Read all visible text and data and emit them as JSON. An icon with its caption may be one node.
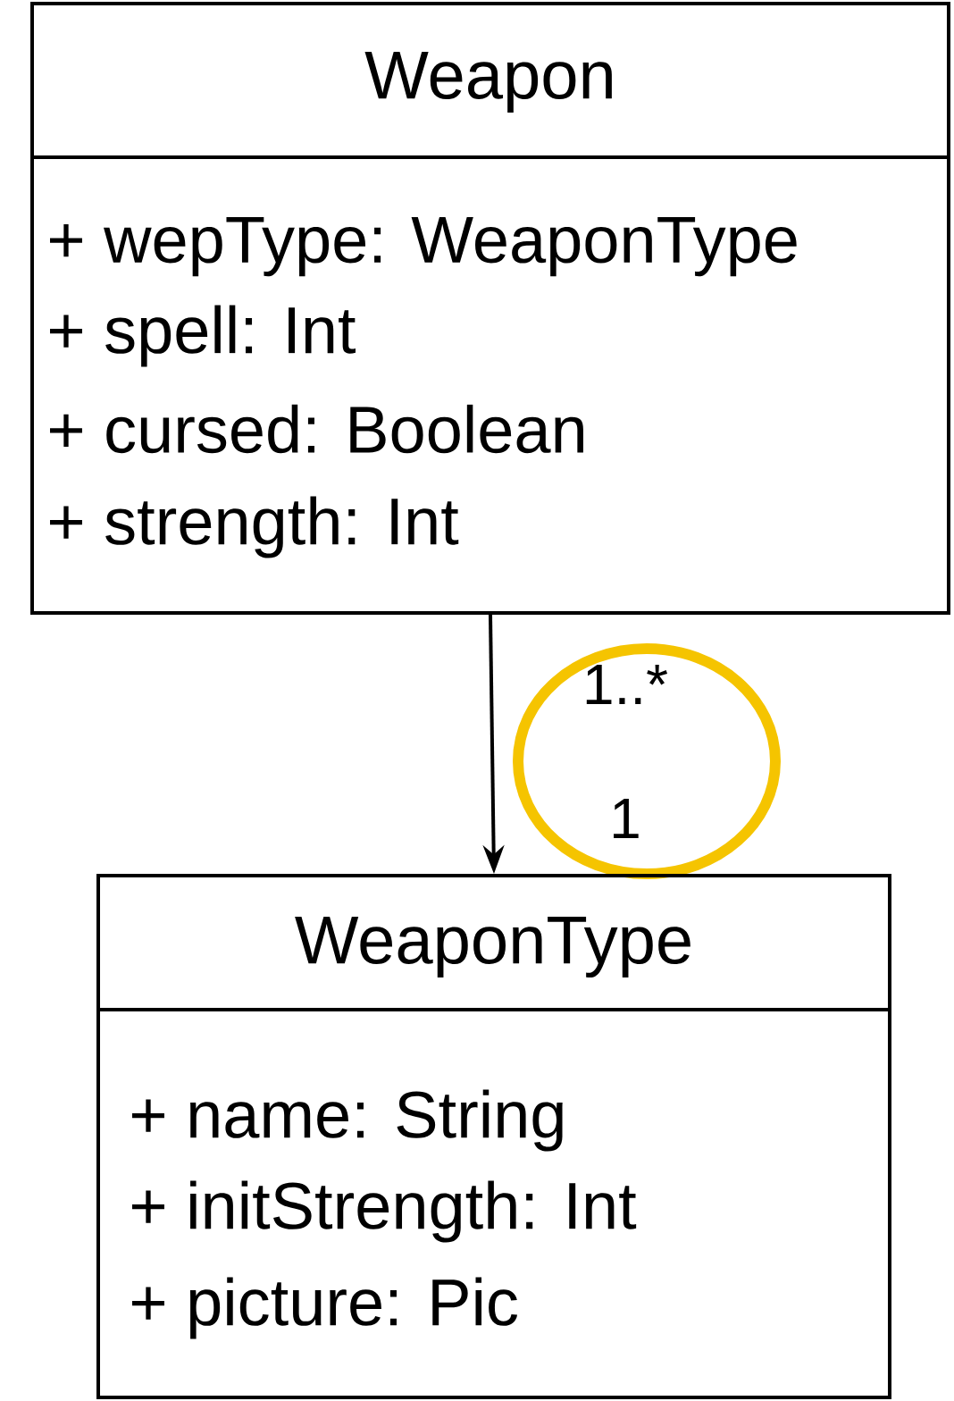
{
  "diagram": {
    "nodes": [
      {
        "text": [
          "Weapon",
          "+ wepType: WeaponType",
          "+ spell: Int",
          "+ cursed: Boolean",
          "+ strength: Int"
        ]
      },
      {
        "text": [
          "WeaponType",
          "+ name: String",
          "+ initStrength: Int",
          "+ picture: Pic"
        ]
      }
    ],
    "edges": [
      {
        "from": 0,
        "to": 1,
        "arrow": "to"
      }
    ],
    "labels": [
      "1..*",
      "1"
    ]
  }
}
